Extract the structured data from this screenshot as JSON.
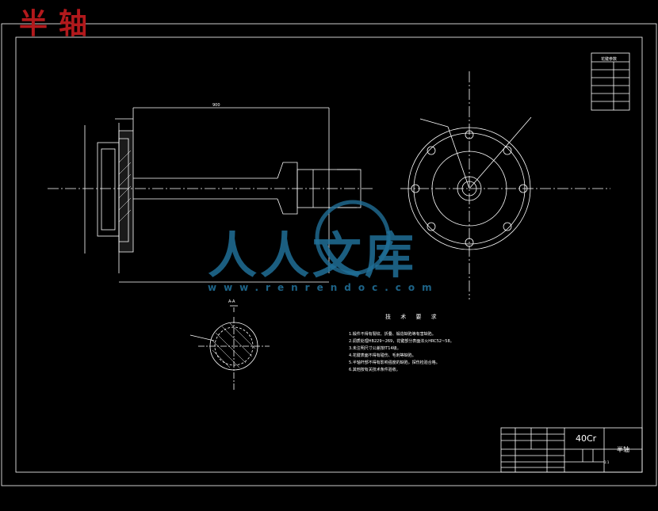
{
  "title": "半轴",
  "watermark": {
    "text": "人人文库",
    "url": "www.renrendoc.com"
  },
  "technical_requirements": {
    "heading": "技 术 要 求",
    "items": [
      "1.锻件不得有裂纹、折叠、锻造缺陷等有害缺陷。",
      "2.调质处理HB229~269，花键部分表面淬火HRC52~58。",
      "3.未注明尺寸公差按IT14级。",
      "4.花键表面不得有碰伤、毛刺等缺陷。",
      "5.半轴杆部不得有影响强度的缺陷，探伤检验合格。",
      "6.其他按有关技术条件验收。"
    ]
  },
  "title_block": {
    "material": "40Cr",
    "part_name": "半轴",
    "scale": "1:1"
  },
  "param_table": {
    "title": "花键参数"
  },
  "dimension_labels": {
    "overall_length": "900",
    "section_label": "A-A"
  },
  "colors": {
    "background": "#000000",
    "lines": "#ffffff",
    "title": "#b2191c",
    "watermark": "#206e96"
  }
}
